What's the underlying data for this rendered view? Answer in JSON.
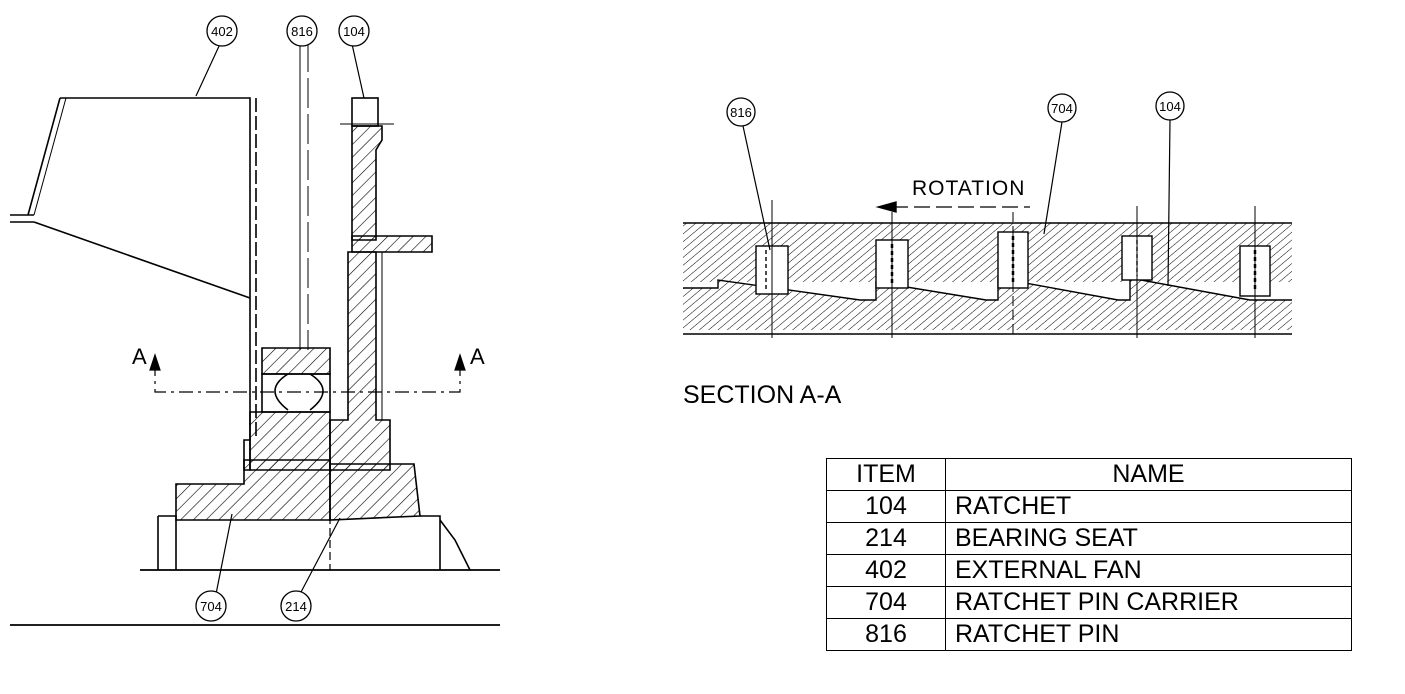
{
  "balloons": {
    "side_402": "402",
    "side_816": "816",
    "side_104": "104",
    "side_704": "704",
    "side_214": "214",
    "sec_816": "816",
    "sec_704": "704",
    "sec_104": "104"
  },
  "cut_labels": {
    "left": "A",
    "right": "A"
  },
  "section_view": {
    "rotation_label": "ROTATION",
    "title": "SECTION A-A"
  },
  "parts_table": {
    "headers": {
      "item": "ITEM",
      "name": "NAME"
    },
    "rows": [
      {
        "item": "104",
        "name": "RATCHET"
      },
      {
        "item": "214",
        "name": "BEARING SEAT"
      },
      {
        "item": "402",
        "name": "EXTERNAL FAN"
      },
      {
        "item": "704",
        "name": "RATCHET PIN CARRIER"
      },
      {
        "item": "816",
        "name": "RATCHET PIN"
      }
    ]
  },
  "colors": {
    "ink": "#000000",
    "paper": "#ffffff"
  }
}
